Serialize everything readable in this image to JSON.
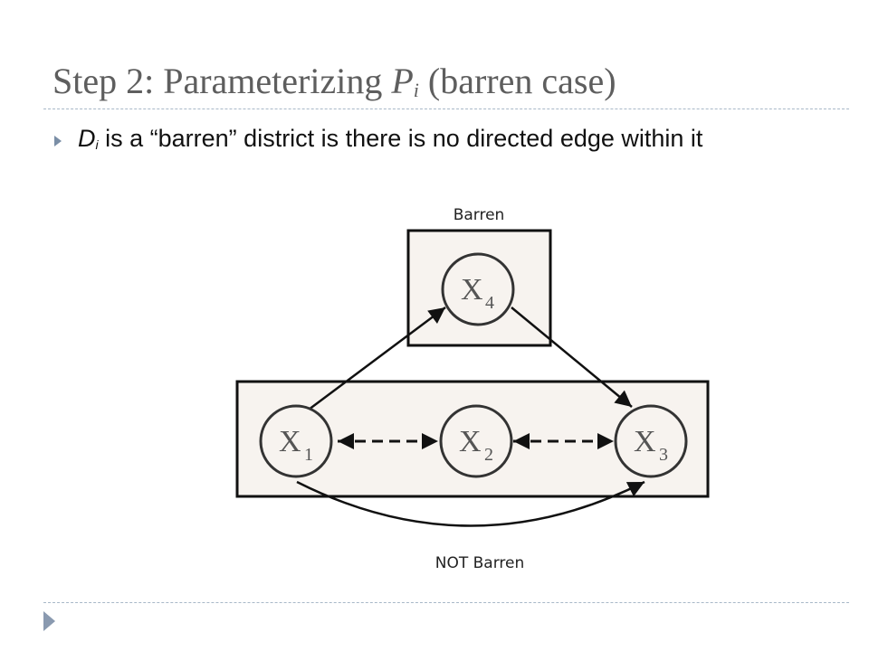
{
  "slide": {
    "title_prefix": "Step 2: Parameterizing ",
    "title_var": "P",
    "title_sub": "i",
    "title_suffix": " (barren case)"
  },
  "bullet": {
    "var": "D",
    "sub": "i",
    "text": " is a “barren” district is there is no directed edge within it"
  },
  "diagram": {
    "top_box_label": "Barren",
    "bottom_box_label": "NOT Barren",
    "nodes": [
      {
        "id": "x4",
        "letter": "X",
        "sub": "4"
      },
      {
        "id": "x1",
        "letter": "X",
        "sub": "1"
      },
      {
        "id": "x2",
        "letter": "X",
        "sub": "2"
      },
      {
        "id": "x3",
        "letter": "X",
        "sub": "3"
      }
    ],
    "edges": [
      {
        "from": "X1",
        "to": "X4",
        "kind": "directed"
      },
      {
        "from": "X4",
        "to": "X3",
        "kind": "directed"
      },
      {
        "from": "X1",
        "to": "X3",
        "kind": "directed-curved"
      },
      {
        "from": "X1",
        "to": "X2",
        "kind": "bidirected"
      },
      {
        "from": "X2",
        "to": "X3",
        "kind": "bidirected"
      }
    ]
  }
}
